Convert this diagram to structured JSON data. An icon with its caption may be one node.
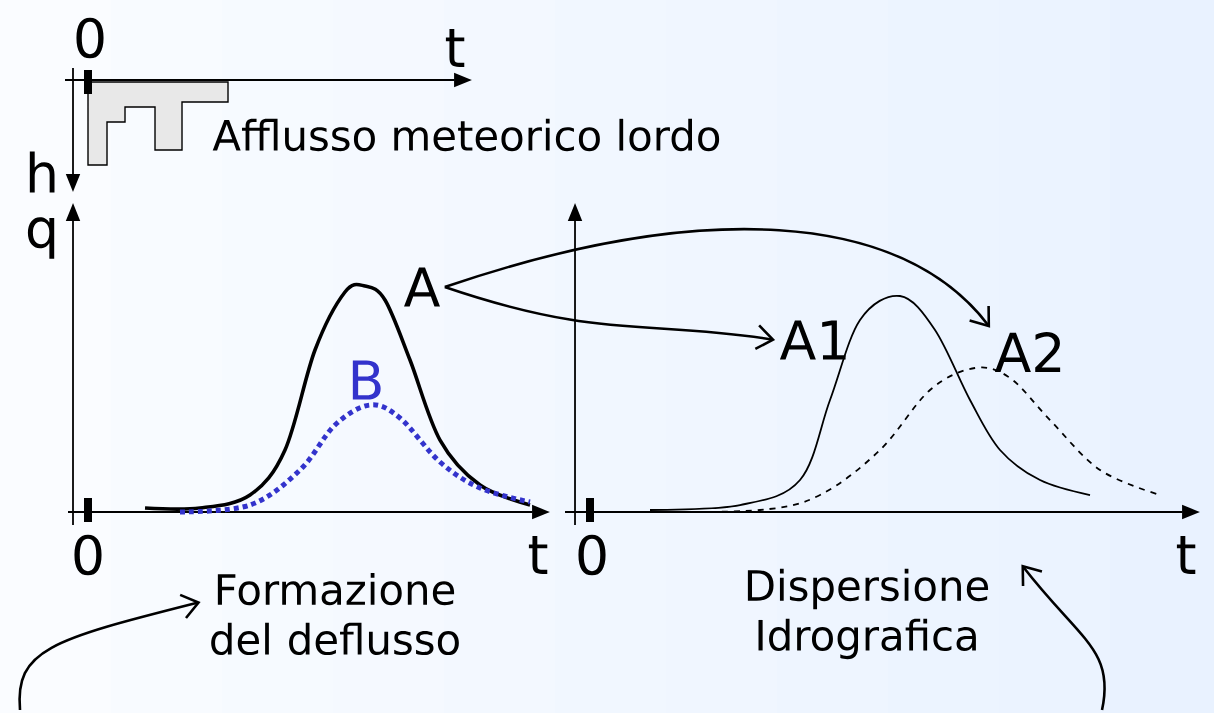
{
  "diagram": {
    "nodes": [
      {
        "text": [
          "A"
        ]
      },
      {
        "text": [
          "A1"
        ]
      },
      {
        "text": [
          "A2"
        ]
      },
      {
        "text": [
          "Formazione del deflusso"
        ]
      },
      {
        "text": [
          "Dispersione Idrografica"
        ]
      }
    ],
    "edges": [
      {
        "from": 0,
        "to": 1,
        "arrow": "to"
      },
      {
        "from": 0,
        "to": 2,
        "arrow": "to"
      },
      {
        "from": null,
        "to": 3,
        "arrow": "to"
      },
      {
        "from": null,
        "to": 4,
        "arrow": "to"
      }
    ],
    "labels": [
      "0",
      "t",
      "Afflusso meteorico lordo",
      "h",
      "q",
      "B",
      "0",
      "t",
      "0",
      "t"
    ]
  }
}
